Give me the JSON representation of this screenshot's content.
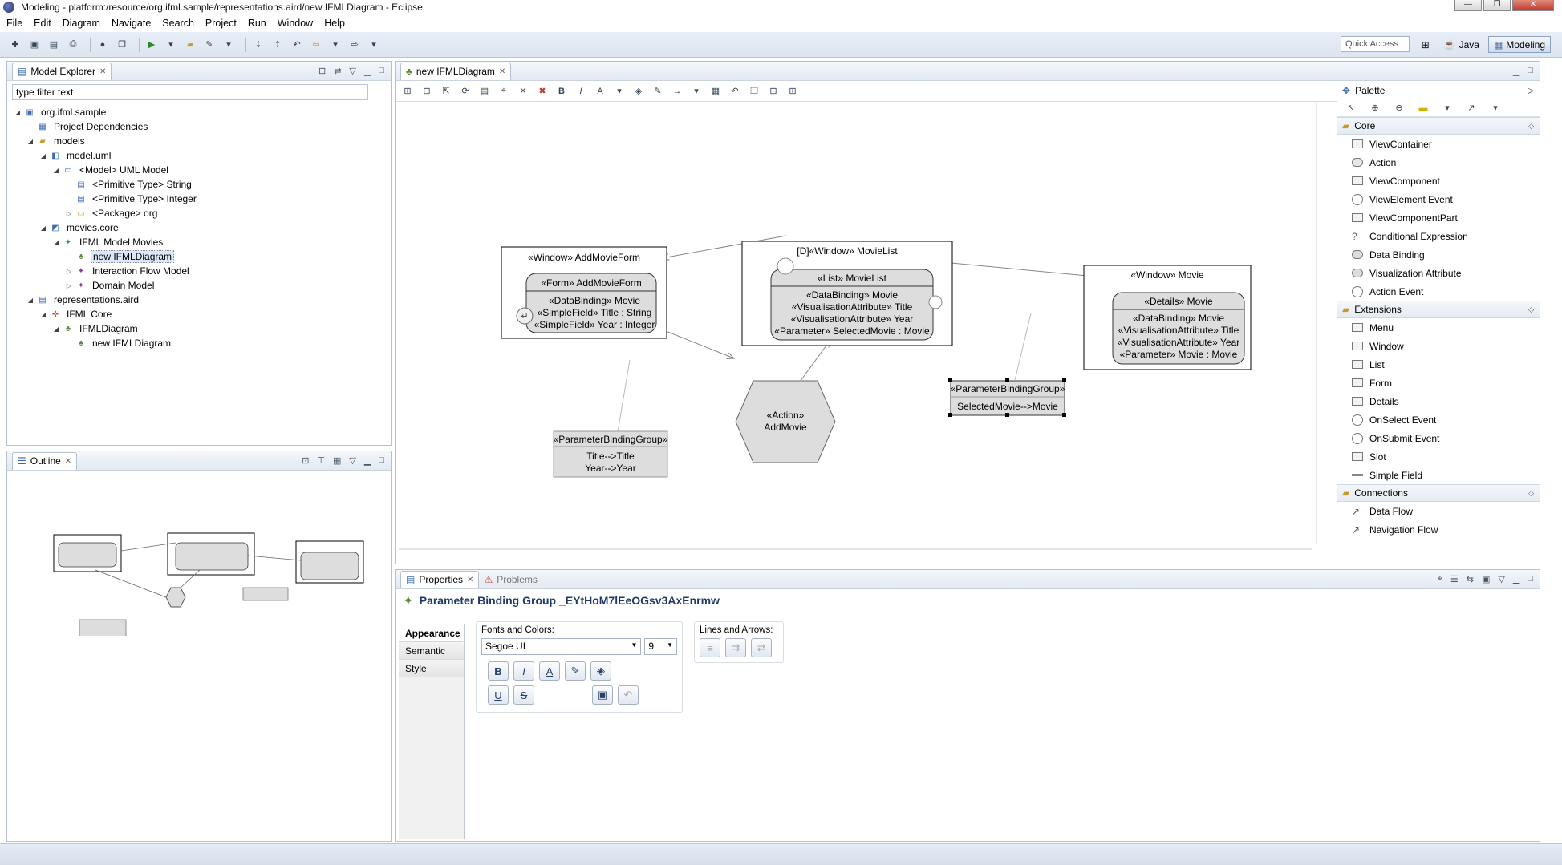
{
  "window": {
    "title": "Modeling - platform:/resource/org.ifml.sample/representations.aird/new IFMLDiagram - Eclipse",
    "controls": [
      "—",
      "❐",
      "✕"
    ]
  },
  "menu": [
    "File",
    "Edit",
    "Diagram",
    "Navigate",
    "Search",
    "Project",
    "Run",
    "Window",
    "Help"
  ],
  "toolbar": {
    "quick_access_placeholder": "Quick Access",
    "perspectives": [
      {
        "label": "Java",
        "active": false
      },
      {
        "label": "Modeling",
        "active": true
      }
    ]
  },
  "explorer": {
    "tab_label": "Model Explorer",
    "filter_value": "type filter text",
    "tree": [
      {
        "label": "org.ifml.sample",
        "depth": 0,
        "expanded": true,
        "icon": "project-icon"
      },
      {
        "label": "Project Dependencies",
        "depth": 1,
        "icon": "library-icon"
      },
      {
        "label": "models",
        "depth": 1,
        "expanded": true,
        "icon": "folder-icon"
      },
      {
        "label": "model.uml",
        "depth": 2,
        "expanded": true,
        "icon": "uml-file-icon"
      },
      {
        "label": "<Model> UML Model",
        "depth": 3,
        "expanded": true,
        "icon": "model-icon"
      },
      {
        "label": "<Primitive Type> String",
        "depth": 4,
        "icon": "primitive-icon"
      },
      {
        "label": "<Primitive Type> Integer",
        "depth": 4,
        "icon": "primitive-icon"
      },
      {
        "label": "<Package> org",
        "depth": 4,
        "collapsed": true,
        "icon": "package-icon"
      },
      {
        "label": "movies.core",
        "depth": 2,
        "expanded": true,
        "icon": "core-file-icon"
      },
      {
        "label": "IFML Model Movies",
        "depth": 3,
        "expanded": true,
        "icon": "ifml-model-icon"
      },
      {
        "label": "new IFMLDiagram",
        "depth": 4,
        "selected": true,
        "icon": "diagram-icon"
      },
      {
        "label": "Interaction Flow Model",
        "depth": 4,
        "collapsed": true,
        "icon": "flow-model-icon"
      },
      {
        "label": "Domain Model",
        "depth": 4,
        "collapsed": true,
        "icon": "domain-model-icon"
      },
      {
        "label": "representations.aird",
        "depth": 1,
        "expanded": true,
        "icon": "aird-file-icon"
      },
      {
        "label": "IFML Core",
        "depth": 2,
        "expanded": true,
        "icon": "viewpoint-icon"
      },
      {
        "label": "IFMLDiagram",
        "depth": 3,
        "expanded": true,
        "icon": "diagram-type-icon"
      },
      {
        "label": "new IFMLDiagram",
        "depth": 4,
        "icon": "diagram-icon"
      }
    ]
  },
  "outline": {
    "tab_label": "Outline"
  },
  "editor": {
    "tab_label": "new IFMLDiagram",
    "diagram": {
      "add_movie_form": {
        "window_title": "«Window» AddMovieForm",
        "form_title": "«Form» AddMovieForm",
        "rows": [
          "«DataBinding» Movie",
          "«SimpleField» Title : String",
          "«SimpleField» Year : Integer"
        ]
      },
      "movie_list": {
        "window_title": "[D]«Window» MovieList",
        "list_title": "«List» MovieList",
        "rows": [
          "«DataBinding» Movie",
          "«VisualisationAttribute» Title",
          "«VisualisationAttribute» Year",
          "«Parameter» SelectedMovie : Movie"
        ]
      },
      "movie": {
        "window_title": "«Window» Movie",
        "details_title": "«Details» Movie",
        "rows": [
          "«DataBinding» Movie",
          "«VisualisationAttribute» Title",
          "«VisualisationAttribute» Year",
          "«Parameter» Movie : Movie"
        ]
      },
      "action": {
        "line1": "«Action»",
        "line2": "AddMovie"
      },
      "param_group_1": {
        "title": "«ParameterBindingGroup»",
        "rows": [
          "Title-->Title",
          "Year-->Year"
        ]
      },
      "param_group_2": {
        "title": "«ParameterBindingGroup»",
        "rows": [
          "SelectedMovie-->Movie"
        ]
      }
    }
  },
  "palette": {
    "title": "Palette",
    "drawers": [
      {
        "label": "Core",
        "items": [
          {
            "label": "ViewContainer",
            "icon": "rect"
          },
          {
            "label": "Action",
            "icon": "oval"
          },
          {
            "label": "ViewComponent",
            "icon": "rect"
          },
          {
            "label": "ViewElement Event",
            "icon": "round"
          },
          {
            "label": "ViewComponentPart",
            "icon": "rect"
          },
          {
            "label": "Conditional Expression",
            "icon": "question"
          },
          {
            "label": "Data Binding",
            "icon": "db"
          },
          {
            "label": "Visualization Attribute",
            "icon": "db"
          },
          {
            "label": "Action Event",
            "icon": "round"
          }
        ]
      },
      {
        "label": "Extensions",
        "items": [
          {
            "label": "Menu",
            "icon": "rect"
          },
          {
            "label": "Window",
            "icon": "rect"
          },
          {
            "label": "List",
            "icon": "rect"
          },
          {
            "label": "Form",
            "icon": "rect"
          },
          {
            "label": "Details",
            "icon": "rect"
          },
          {
            "label": "OnSelect Event",
            "icon": "round"
          },
          {
            "label": "OnSubmit Event",
            "icon": "round"
          },
          {
            "label": "Slot",
            "icon": "rect"
          },
          {
            "label": "Simple Field",
            "icon": "line"
          }
        ]
      },
      {
        "label": "Connections",
        "items": [
          {
            "label": "Data Flow",
            "icon": "arrow"
          },
          {
            "label": "Navigation Flow",
            "icon": "arrow"
          }
        ]
      }
    ]
  },
  "properties": {
    "tabs": [
      "Properties",
      "Problems"
    ],
    "title": "Parameter Binding Group _EYtHoM7lEeOGsv3AxEnrmw",
    "side_tabs": [
      "Appearance",
      "Semantic",
      "Style"
    ],
    "fonts_label": "Fonts and Colors:",
    "font_name": "Segoe UI",
    "font_size": "9",
    "lines_label": "Lines and Arrows:"
  }
}
